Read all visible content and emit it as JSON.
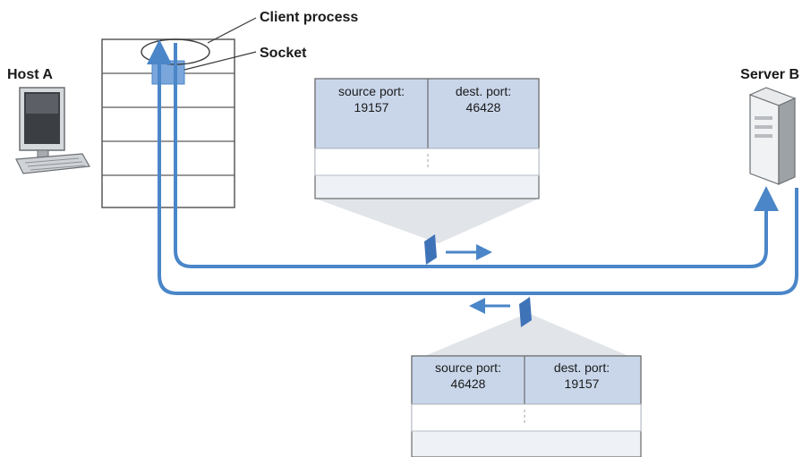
{
  "labels": {
    "client_process": "Client process",
    "socket": "Socket",
    "host_a": "Host A",
    "server_b": "Server B"
  },
  "segment_outgoing": {
    "source_label": "source port:",
    "source_value": "19157",
    "dest_label": "dest. port:",
    "dest_value": "46428"
  },
  "segment_incoming": {
    "source_label": "source port:",
    "source_value": "46428",
    "dest_label": "dest. port:",
    "dest_value": "19157"
  },
  "colors": {
    "link": "#4a86c8",
    "segment_header": "#c9d6ea",
    "packet": "#3f73b8",
    "socket": "#7aa6dc"
  }
}
